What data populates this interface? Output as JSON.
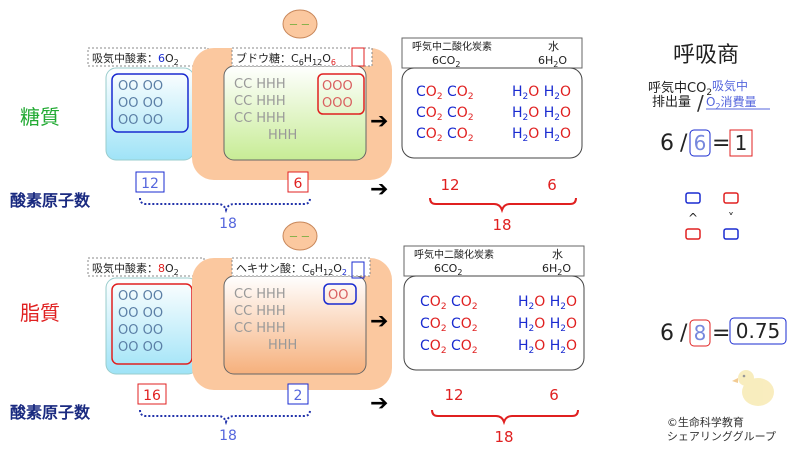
{
  "title": "呼吸商",
  "rq_label": {
    "numerator": "呼気中CO₂排出量",
    "denominator": "吸気中O₂消費量",
    "slash": "/"
  },
  "rows": [
    {
      "nutrient": "糖質",
      "inhaled_label": "吸気中酸素：6O₂",
      "molecule_label": "ブドウ糖：C₆H₁₂O₆",
      "co2_header": "呼気中二酸化炭素",
      "co2_formula": "6CO₂",
      "water_header": "水",
      "water_formula": "6H₂O",
      "oxygen_count_label": "酸素原子数",
      "inhaled_o_count": "12",
      "molecule_o_count": "6",
      "left_sum": "18",
      "co2_o_count": "12",
      "water_o_count": "6",
      "right_sum": "18",
      "rq_numerator": "6",
      "rq_denominator": "6",
      "rq_equals": "=",
      "rq_value": "1",
      "plus": "+",
      "arrow": "➔"
    },
    {
      "nutrient": "脂質",
      "inhaled_label": "吸気中酸素：8O₂",
      "molecule_label": "ヘキサン酸：C₆H₁₂O₂",
      "co2_header": "呼気中二酸化炭素",
      "co2_formula": "6CO₂",
      "water_header": "水",
      "water_formula": "6H₂O",
      "oxygen_count_label": "酸素原子数",
      "inhaled_o_count": "16",
      "molecule_o_count": "2",
      "left_sum": "18",
      "co2_o_count": "12",
      "water_o_count": "6",
      "right_sum": "18",
      "rq_numerator": "6",
      "rq_denominator": "8",
      "rq_equals": "=",
      "rq_value": "0.75",
      "plus": "+",
      "arrow": "➔"
    }
  ],
  "compare": {
    "lt": "^",
    "gt": "˅"
  },
  "credit": [
    "©生命科学教育",
    "シェアリンググループ"
  ],
  "colors": {
    "red": "#e02020",
    "blue": "#1a2bd0",
    "green": "#22aa33",
    "navy": "#1a2a80",
    "glucose_fill": "#e3f5c9",
    "hexanoic_fill": "#fbd0ad",
    "o2_fill": "#cdeffb"
  }
}
